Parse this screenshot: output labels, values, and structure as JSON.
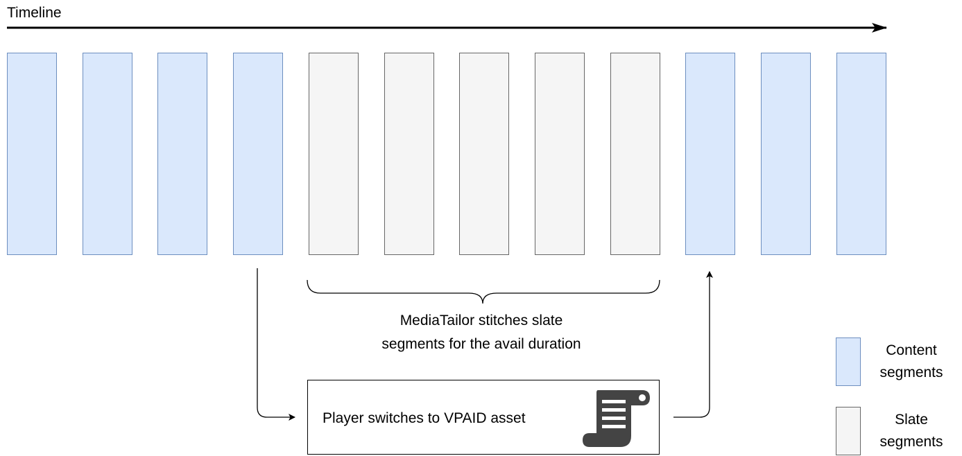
{
  "timeline": {
    "label": "Timeline"
  },
  "segments": [
    "content",
    "content",
    "content",
    "content",
    "slate",
    "slate",
    "slate",
    "slate",
    "slate",
    "content",
    "content",
    "content"
  ],
  "stitch_caption": {
    "line1": "MediaTailor stitches slate",
    "line2": "segments for the avail duration"
  },
  "vpaid": {
    "label": "Player switches to VPAID asset",
    "icon": "scroll-icon"
  },
  "legend": {
    "content": {
      "line1": "Content",
      "line2": "segments"
    },
    "slate": {
      "line1": "Slate",
      "line2": "segments"
    }
  },
  "colors": {
    "content_fill": "#dae8fc",
    "content_stroke": "#6c8ebf",
    "slate_fill": "#f5f5f5",
    "slate_stroke": "#666666",
    "icon": "#444444"
  }
}
